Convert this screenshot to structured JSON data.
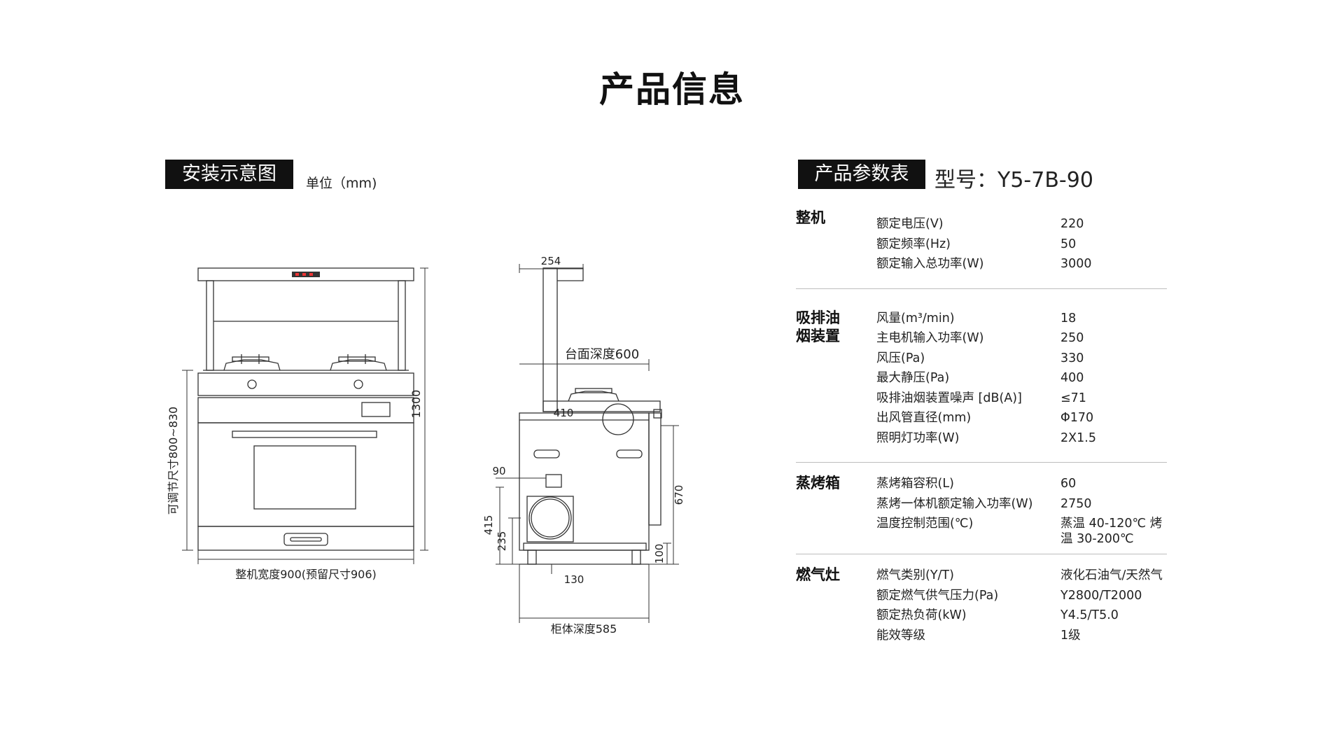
{
  "page_title": "产品信息",
  "left_section": {
    "tag": "安装示意图",
    "unit": "单位（mm)"
  },
  "right_section": {
    "tag": "产品参数表",
    "model": "型号：Y5-7B-90"
  },
  "diagram_labels": {
    "front_width": "整机宽度900(预留尺寸906)",
    "front_height": "1300",
    "adjustable": "可调节尺寸800~830",
    "top_width": "254",
    "counter_depth": "台面深度600",
    "d410": "410",
    "d90": "90",
    "d415": "415",
    "d235": "235",
    "d670": "670",
    "d100": "100",
    "d130": "130",
    "cabinet_depth": "柜体深度585"
  },
  "spec_groups": [
    {
      "name": "整机",
      "rows": [
        {
          "k": "额定电压(V)",
          "v": "220"
        },
        {
          "k": "额定频率(Hz)",
          "v": "50"
        },
        {
          "k": "额定输入总功率(W)",
          "v": "3000"
        }
      ]
    },
    {
      "name": "吸排油烟装置",
      "rows": [
        {
          "k": "风量(m³/min)",
          "v": "18"
        },
        {
          "k": "主电机输入功率(W)",
          "v": "250"
        },
        {
          "k": "风压(Pa)",
          "v": "330"
        },
        {
          "k": "最大静压(Pa)",
          "v": "400"
        },
        {
          "k": "吸排油烟装置噪声 [dB(A)]",
          "v": "≤71"
        },
        {
          "k": "出风管直径(mm)",
          "v": "Φ170"
        },
        {
          "k": "照明灯功率(W)",
          "v": "2X1.5"
        }
      ]
    },
    {
      "name": "蒸烤箱",
      "rows": [
        {
          "k": "蒸烤箱容积(L)",
          "v": "60"
        },
        {
          "k": "蒸烤一体机额定输入功率(W)",
          "v": "2750"
        },
        {
          "k": "温度控制范围(℃)",
          "v": "蒸温 40-120℃ 烤温 30-200℃"
        }
      ]
    },
    {
      "name": "燃气灶",
      "rows": [
        {
          "k": "燃气类别(Y/T)",
          "v": "液化石油气/天然气"
        },
        {
          "k": "额定燃气供气压力(Pa)",
          "v": "Y2800/T2000"
        },
        {
          "k": "额定热负荷(kW)",
          "v": "Y4.5/T5.0"
        },
        {
          "k": "能效等级",
          "v": "1级"
        }
      ]
    }
  ]
}
